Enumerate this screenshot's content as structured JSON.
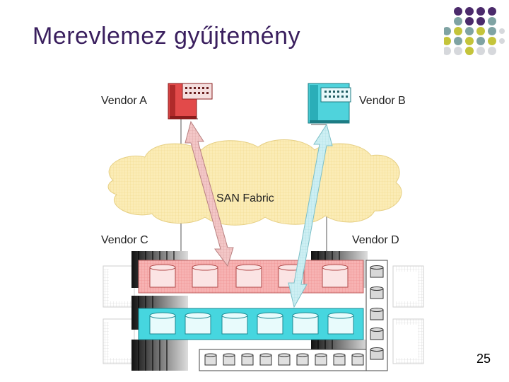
{
  "slide": {
    "title": "Merevlemez gyűjtemény",
    "page_number": "25"
  },
  "diagram": {
    "vendor_a": "Vendor A",
    "vendor_b": "Vendor B",
    "vendor_c": "Vendor C",
    "vendor_d": "Vendor D",
    "san_fabric": "SAN Fabric"
  },
  "colors": {
    "title": "#3a1f5e",
    "dot_purple": "#4b2a6b",
    "dot_teal": "#7fa3a3",
    "dot_olive": "#c4c43a",
    "dot_grey": "#d6d8dc",
    "vendor_a_red": "#e24a4a",
    "vendor_b_cyan": "#4fd3dc",
    "fabric_yellow": "#fae8a8"
  }
}
